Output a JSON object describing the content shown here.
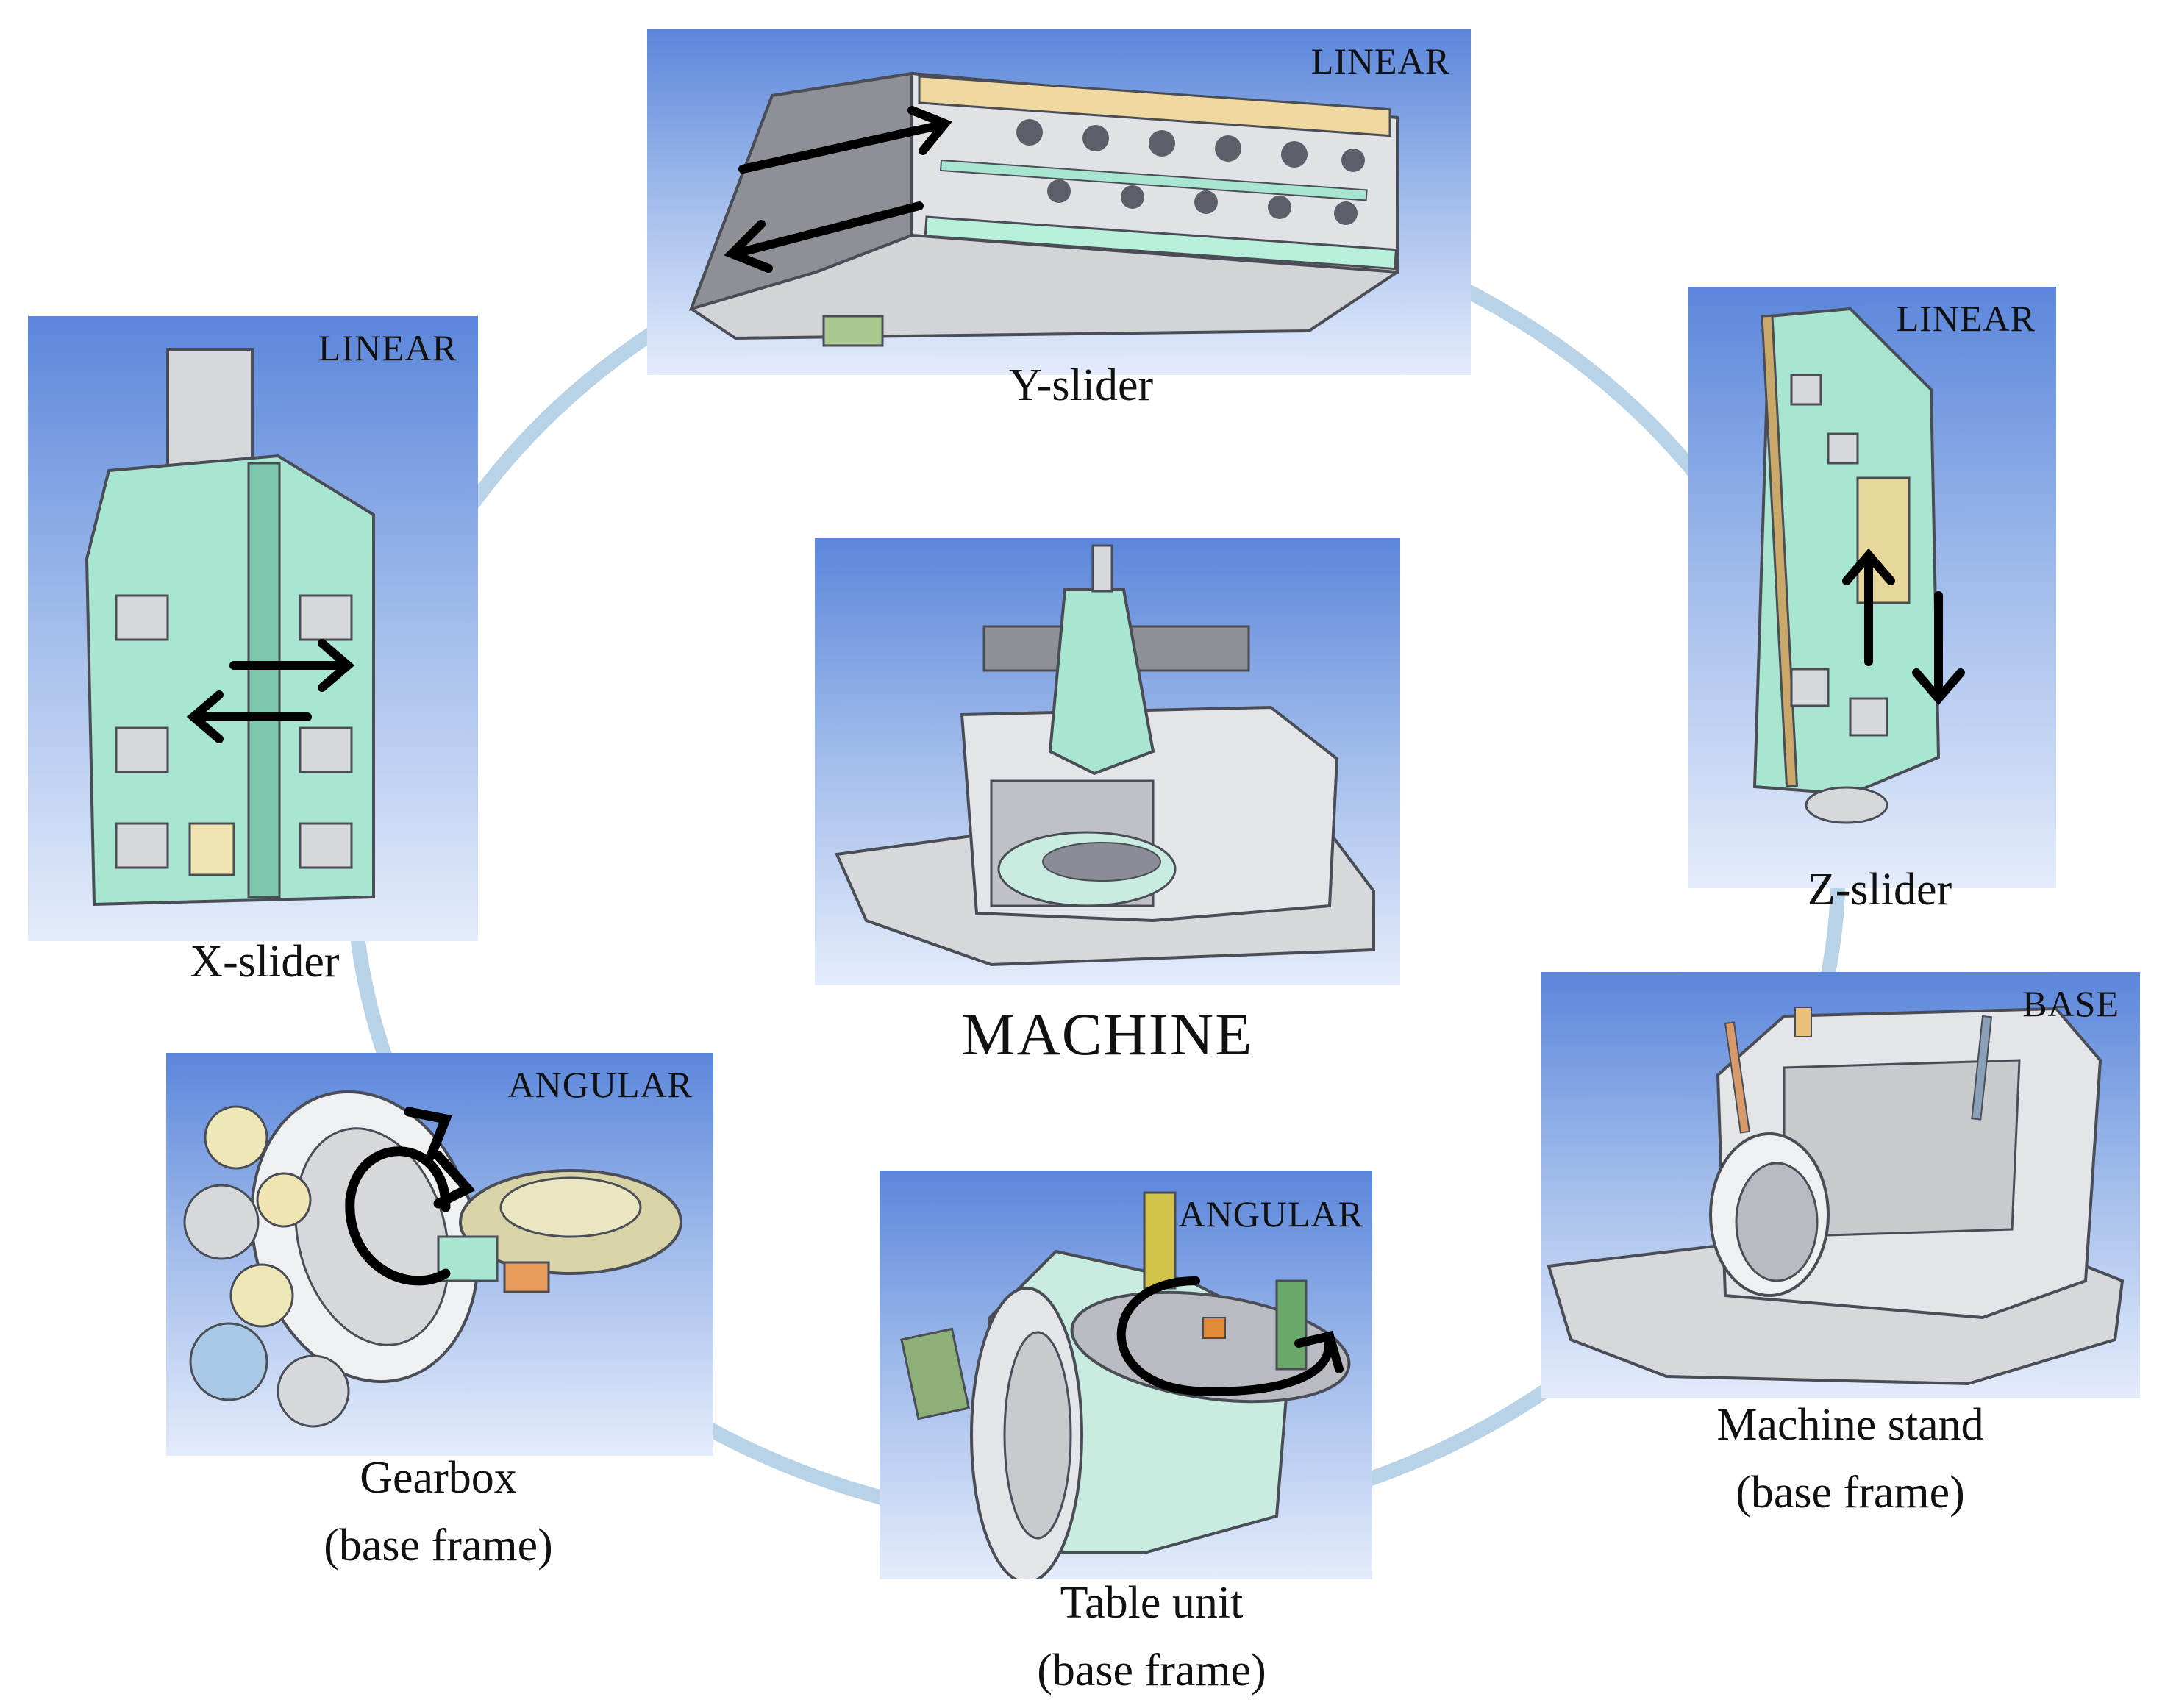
{
  "center": {
    "label": "MACHINE"
  },
  "components": [
    {
      "id": "y-slider",
      "tag": "LINEAR",
      "caption": [
        "Y-slider"
      ]
    },
    {
      "id": "z-slider",
      "tag": "LINEAR",
      "caption": [
        "Z-slider"
      ]
    },
    {
      "id": "machine-stand",
      "tag": "BASE",
      "caption": [
        "Machine stand",
        "(base frame)"
      ]
    },
    {
      "id": "table-unit",
      "tag": "ANGULAR",
      "caption": [
        "Table unit",
        "(base frame)"
      ]
    },
    {
      "id": "gearbox",
      "tag": "ANGULAR",
      "caption": [
        "Gearbox",
        "(base frame)"
      ]
    },
    {
      "id": "x-slider",
      "tag": "LINEAR",
      "caption": [
        "X-slider"
      ]
    }
  ],
  "colors": {
    "ring": "#b8d2e8",
    "panel_top": "#5b86db",
    "panel_bottom": "#e4ecfb",
    "part_green": "#a8e6d2",
    "part_grey": "#d6d8dc",
    "arrow": "#000000"
  },
  "motion_icons": {
    "y-slider": "double-linear-arrow-icon",
    "z-slider": "double-linear-arrow-icon",
    "x-slider": "double-linear-arrow-icon",
    "table-unit": "rotation-arrow-icon",
    "gearbox": "rotation-arrow-icon"
  }
}
